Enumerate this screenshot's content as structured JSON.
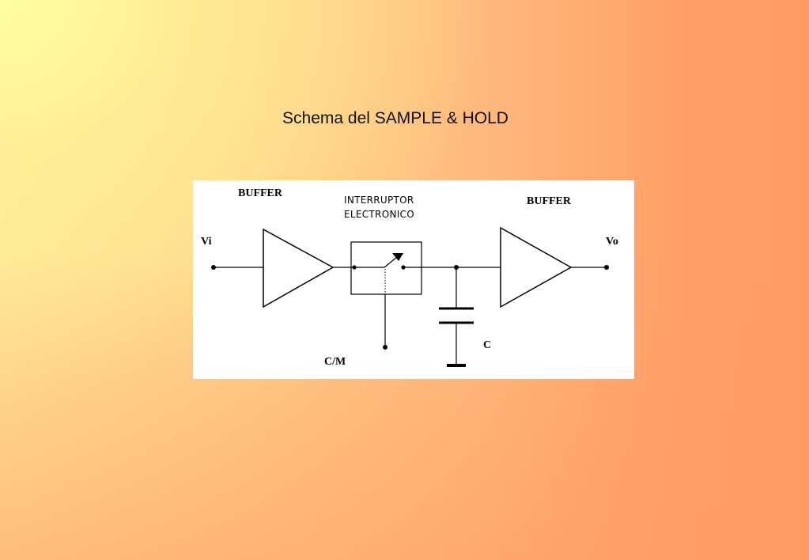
{
  "slide": {
    "title": "Schema del SAMPLE & HOLD"
  },
  "diagram": {
    "input_buffer_label": "BUFFER",
    "output_buffer_label": "BUFFER",
    "switch_label_line1": "INTERRUPTOR",
    "switch_label_line2": "ELECTRONICO",
    "input_label": "Vi",
    "output_label": "Vo",
    "control_label": "C/M",
    "capacitor_label": "C"
  },
  "colors": {
    "line": "#000000",
    "panel": "#ffffff",
    "title_text": "#111111"
  }
}
